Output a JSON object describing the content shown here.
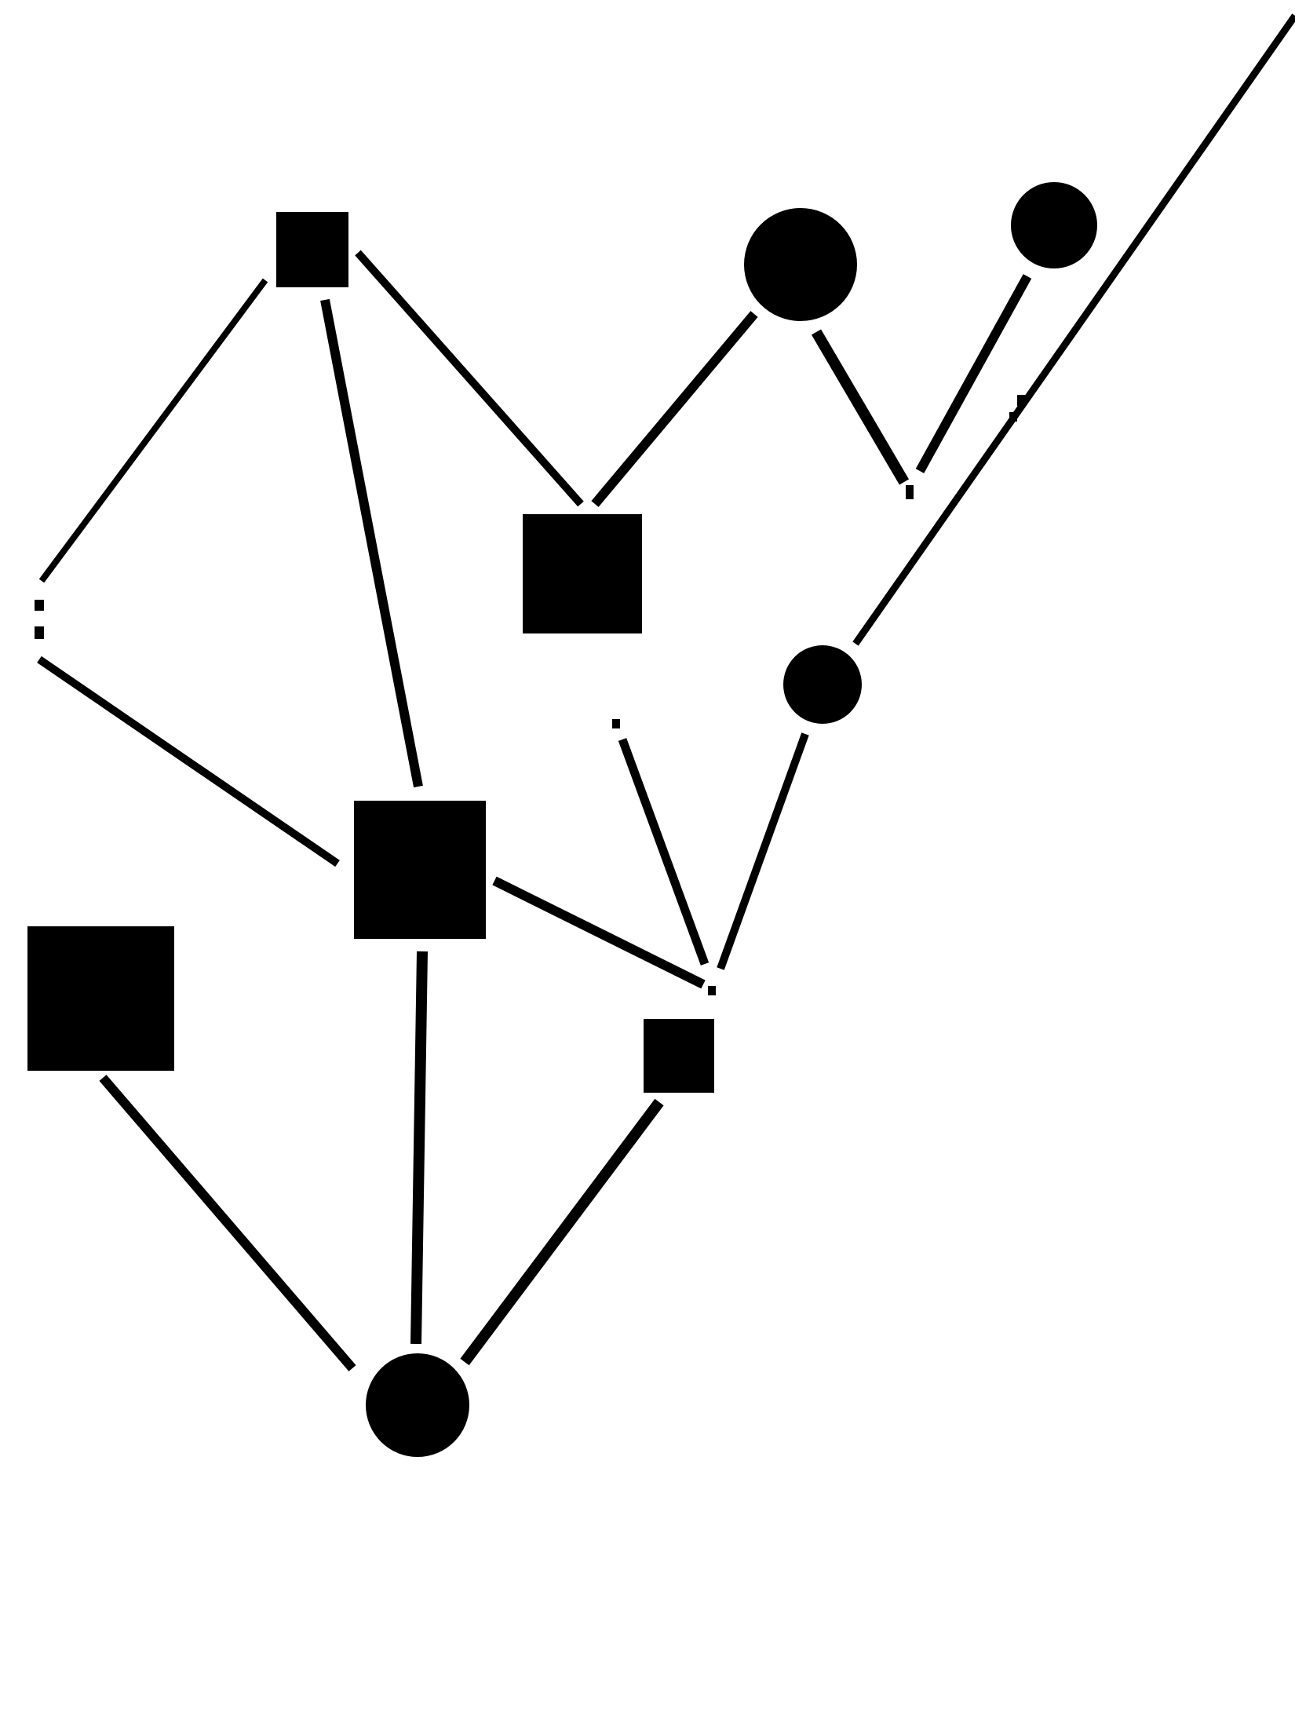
{
  "diagram": {
    "ink_color": "#000000",
    "background_color": "#ffffff",
    "nodes": [
      {
        "id": "n1",
        "shape": "square"
      },
      {
        "id": "n2",
        "shape": "circle"
      },
      {
        "id": "n3",
        "shape": "circle"
      },
      {
        "id": "n4",
        "shape": "square"
      },
      {
        "id": "n5",
        "shape": "circle"
      },
      {
        "id": "n6",
        "shape": "square"
      },
      {
        "id": "n7",
        "shape": "square"
      },
      {
        "id": "n8",
        "shape": "square"
      },
      {
        "id": "n9",
        "shape": "circle"
      }
    ],
    "edges": [
      {
        "id": "e1",
        "from": "n1",
        "to": "junction-left"
      },
      {
        "id": "e2",
        "from": "junction-left",
        "to": "n6"
      },
      {
        "id": "e3",
        "from": "n1",
        "to": "n6"
      },
      {
        "id": "e4",
        "from": "n1",
        "to": "n4"
      },
      {
        "id": "e5",
        "from": "n4",
        "to": "n2"
      },
      {
        "id": "e6",
        "from": "n2",
        "to": "junction-top"
      },
      {
        "id": "e7",
        "from": "junction-top",
        "to": "n3"
      },
      {
        "id": "e8",
        "from": "n5",
        "to": "corner"
      },
      {
        "id": "e9",
        "from": "n6",
        "to": "junction-mid"
      },
      {
        "id": "e10",
        "from": "junction-mid",
        "to": "n5"
      },
      {
        "id": "e11",
        "from": "junction-mid",
        "to": "junction-upper-mid"
      },
      {
        "id": "e12",
        "from": "n7",
        "to": "n9"
      },
      {
        "id": "e13",
        "from": "n6",
        "to": "n9"
      },
      {
        "id": "e14",
        "from": "n8",
        "to": "n9"
      }
    ]
  }
}
